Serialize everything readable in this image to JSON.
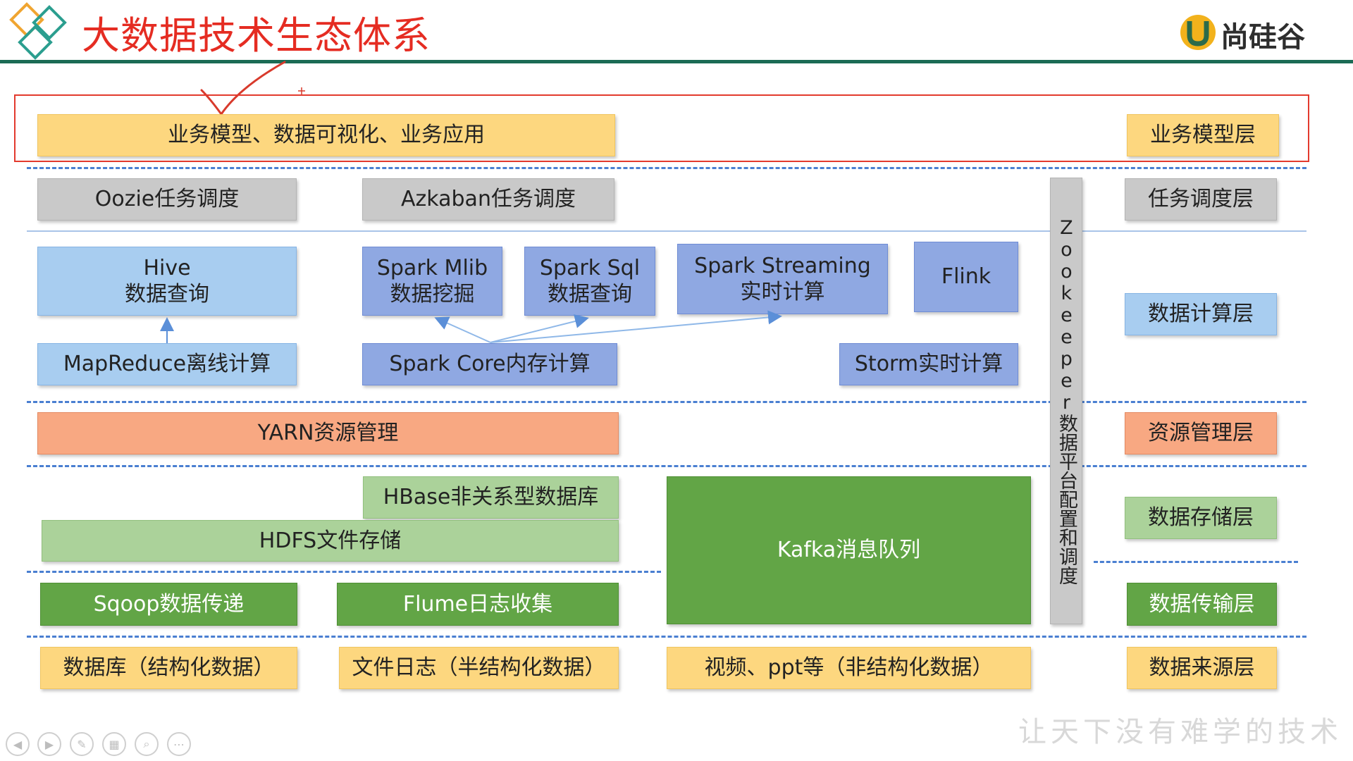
{
  "header": {
    "title": "大数据技术生态体系",
    "brand": "尚硅谷",
    "colors": {
      "title": "#e52c22",
      "rule": "#1b6b55",
      "highlight_frame": "#e33a2e"
    }
  },
  "boxes": {
    "business_app": "业务模型、数据可视化、业务应用",
    "oozie": "Oozie任务调度",
    "azkaban": "Azkaban任务调度",
    "hive": "Hive\n数据查询",
    "spark_mlib": "Spark Mlib\n数据挖掘",
    "spark_sql": "Spark Sql\n数据查询",
    "spark_streaming": "Spark Streaming\n实时计算",
    "flink": "Flink",
    "mapreduce": "MapReduce离线计算",
    "spark_core": "Spark Core内存计算",
    "storm": "Storm实时计算",
    "yarn": "YARN资源管理",
    "hbase": "HBase非关系型数据库",
    "hdfs": "HDFS文件存储",
    "kafka": "Kafka消息队列",
    "sqoop": "Sqoop数据传递",
    "flume": "Flume日志收集",
    "src_db": "数据库（结构化数据）",
    "src_log": "文件日志（半结构化数据）",
    "src_media": "视频、ppt等（非结构化数据）",
    "zookeeper": "Zookeeper数据平台配置和调度"
  },
  "layers": {
    "business": "业务模型层",
    "scheduling": "任务调度层",
    "compute": "数据计算层",
    "resource": "资源管理层",
    "storage": "数据存储层",
    "transfer": "数据传输层",
    "source": "数据来源层"
  },
  "footer": {
    "slogan": "让天下没有难学的技术",
    "nav_icons": [
      "prev-icon",
      "next-icon",
      "pen-icon",
      "slides-icon",
      "zoom-icon",
      "more-icon"
    ]
  }
}
